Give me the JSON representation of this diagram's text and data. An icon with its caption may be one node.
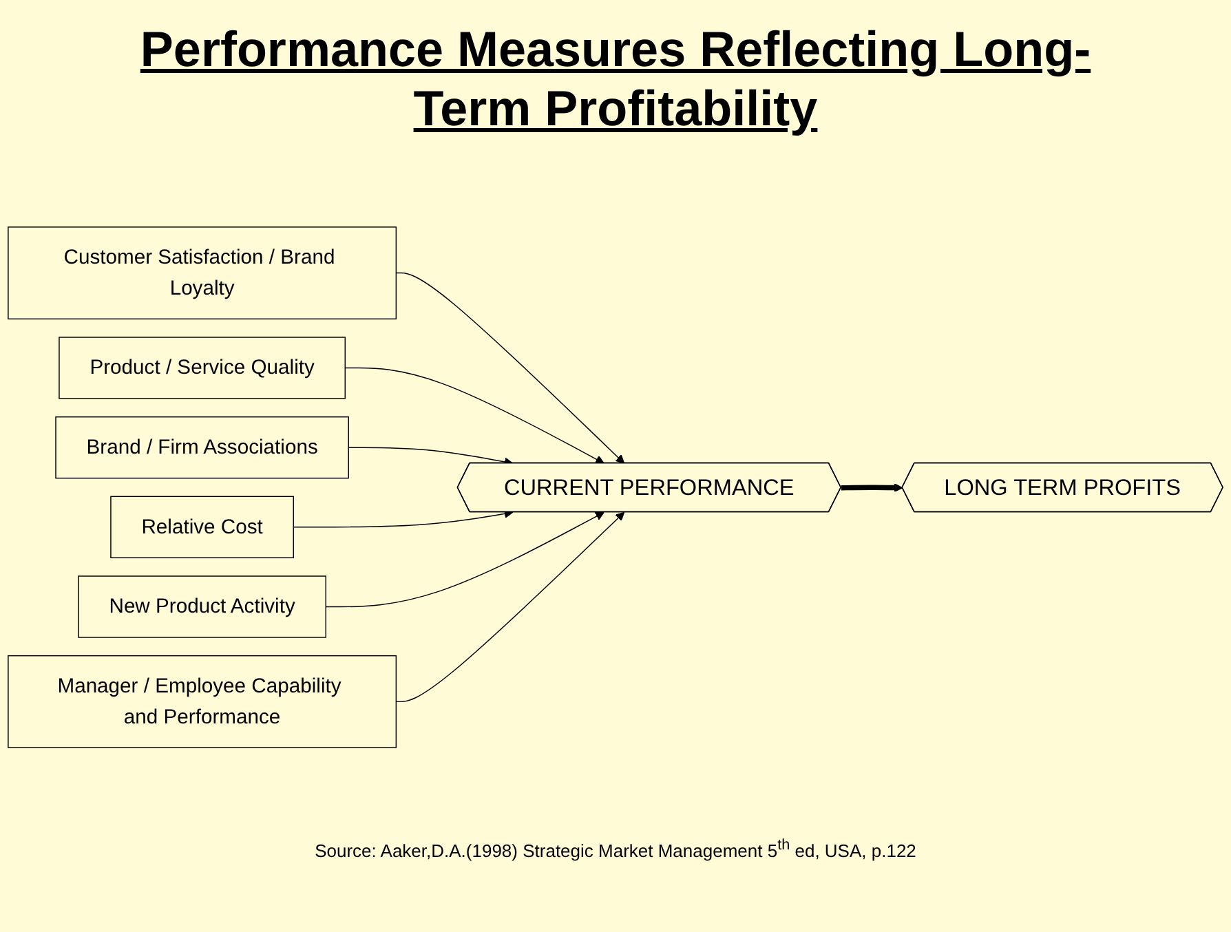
{
  "diagram": {
    "title": "Performance Measures Reflecting Long-Term Profitability",
    "caption": "Source: Aaker,D.A.(1998) Strategic Market Management 5$^{th}$ ed, USA, p.122",
    "nodes": [
      {
        "text": [
          "Customer Satisfaction / Brand Loyalty"
        ]
      },
      {
        "text": [
          "Product / Service Quality"
        ]
      },
      {
        "text": [
          "Brand / Firm Associations"
        ]
      },
      {
        "text": [
          "Relative Cost"
        ]
      },
      {
        "text": [
          "New Product Activity"
        ]
      },
      {
        "text": [
          "Manager / Employee Capability and Performance"
        ]
      },
      {
        "text": [
          "CURRENT PERFORMANCE"
        ]
      },
      {
        "text": [
          "LONG TERM PROFITS"
        ]
      }
    ],
    "edges": [
      {
        "from": 0,
        "to": 6,
        "arrow": "to"
      },
      {
        "from": 1,
        "to": 6,
        "arrow": "to"
      },
      {
        "from": 2,
        "to": 6,
        "arrow": "to"
      },
      {
        "from": 3,
        "to": 6,
        "arrow": "to"
      },
      {
        "from": 4,
        "to": 6,
        "arrow": "to"
      },
      {
        "from": 5,
        "to": 6,
        "arrow": "to"
      },
      {
        "from": 6,
        "to": 7,
        "arrow": "to",
        "style": "thick"
      }
    ]
  }
}
